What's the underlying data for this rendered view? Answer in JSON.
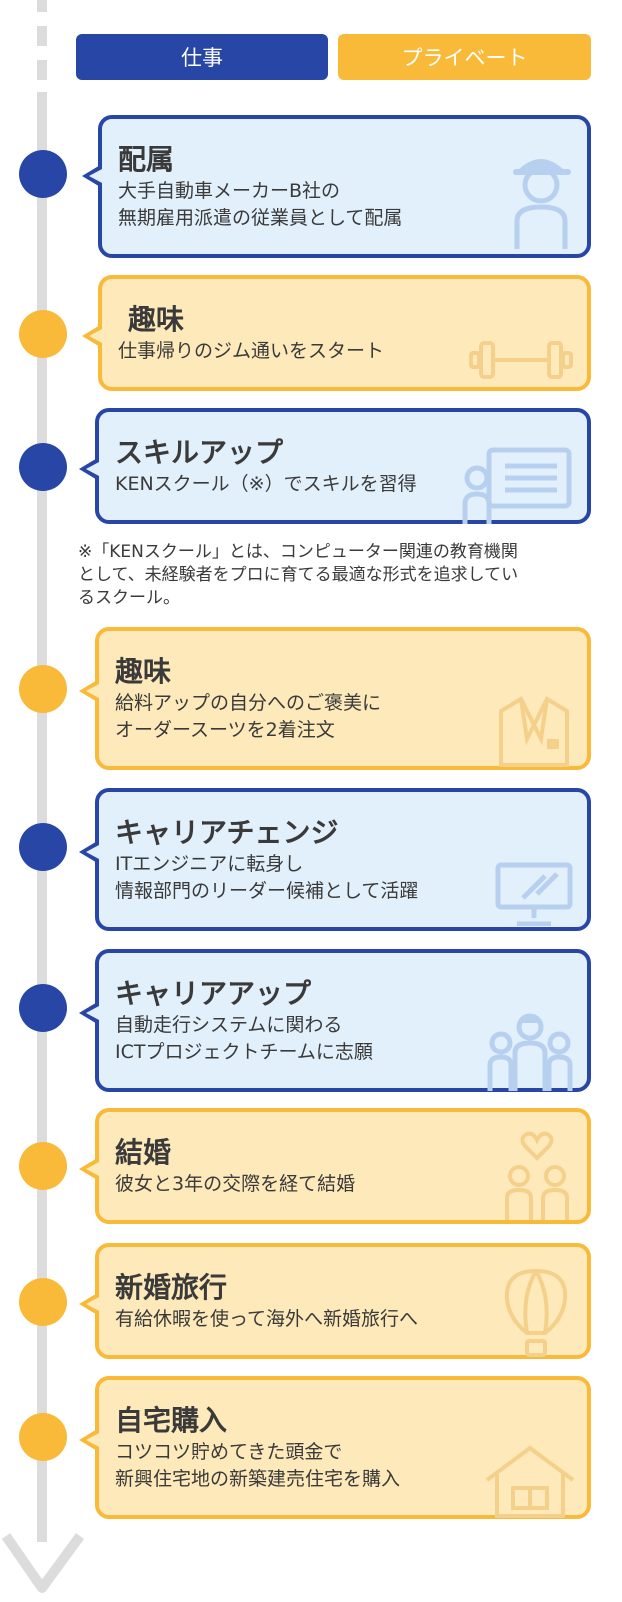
{
  "legend": {
    "work": "仕事",
    "private": "プライベート"
  },
  "colors": {
    "work": "#2746a6",
    "private": "#f9b939",
    "work_bg": "#e2f0fc",
    "private_bg": "#fde9b9",
    "line": "#dcdcdc"
  },
  "events": [
    {
      "category": "work",
      "title": "配属",
      "description": "大手自動車メーカーB社の\n無期雇用派遣の従業員として配属",
      "icon": "worker-cap-icon"
    },
    {
      "category": "private",
      "title": "趣味",
      "description": "仕事帰りのジム通いをスタート",
      "icon": "dumbbell-icon"
    },
    {
      "category": "work",
      "title": "スキルアップ",
      "description": "KENスクール（※）でスキルを習得",
      "icon": "teacher-board-icon"
    },
    {
      "category": "private",
      "title": "趣味",
      "description": "給料アップの自分へのご褒美に\nオーダースーツを2着注文",
      "icon": "suit-icon"
    },
    {
      "category": "work",
      "title": "キャリアチェンジ",
      "description": "ITエンジニアに転身し\n情報部門のリーダー候補として活躍",
      "icon": "monitor-icon"
    },
    {
      "category": "work",
      "title": "キャリアアップ",
      "description": "自動走行システムに関わる\nICTプロジェクトチームに志願",
      "icon": "team-icon"
    },
    {
      "category": "private",
      "title": "結婚",
      "description": "彼女と3年の交際を経て結婚",
      "icon": "couple-heart-icon"
    },
    {
      "category": "private",
      "title": "新婚旅行",
      "description": "有給休暇を使って海外へ新婚旅行へ",
      "icon": "hot-air-balloon-icon"
    },
    {
      "category": "private",
      "title": "自宅購入",
      "description": "コツコツ貯めてきた頭金で\n新興住宅地の新築建売住宅を購入",
      "icon": "house-icon"
    }
  ],
  "note": "※「KENスクール」とは、コンピューター関連の教育機関\nとして、未経験者をプロに育てる最適な形式を追求してい\nるスクール。"
}
